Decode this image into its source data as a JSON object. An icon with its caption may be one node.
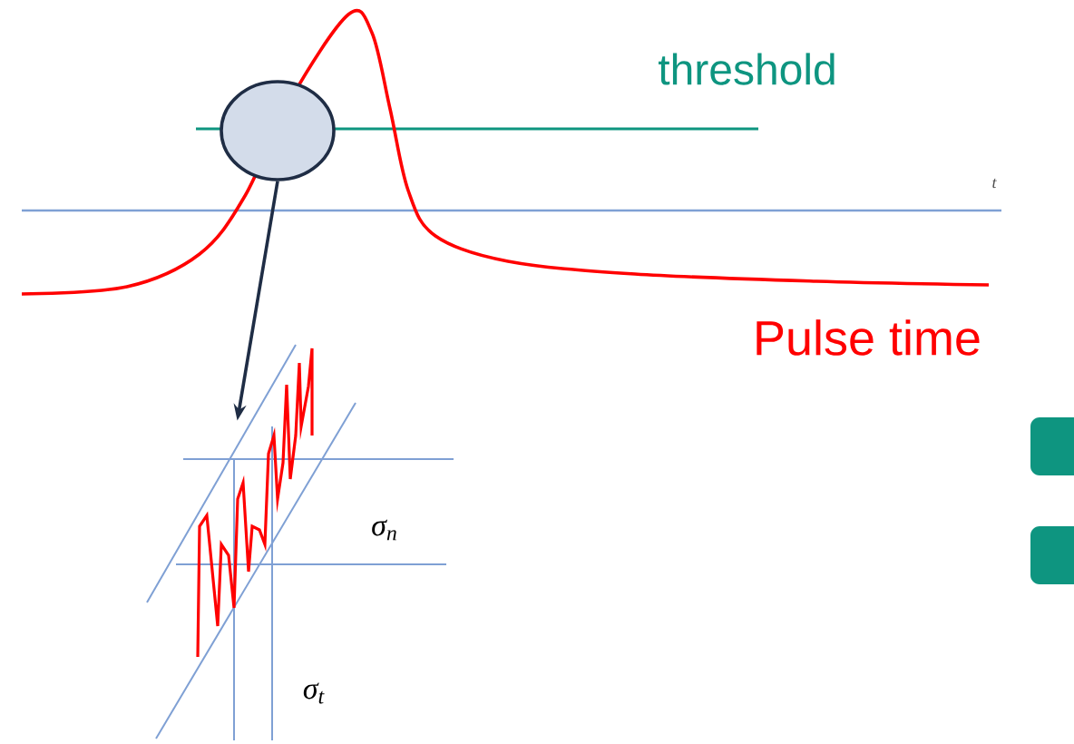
{
  "diagram": {
    "nodes": [
      {
        "text": [],
        "shape": "circle"
      },
      {
        "text": [],
        "shape": "picture"
      }
    ],
    "edges": [
      {
        "from": 0,
        "to": 1,
        "arrow": "to"
      }
    ],
    "labels": [
      "threshold",
      "t",
      "Pulse time",
      "σ$_{n}$",
      "σ$_{t}$"
    ]
  }
}
